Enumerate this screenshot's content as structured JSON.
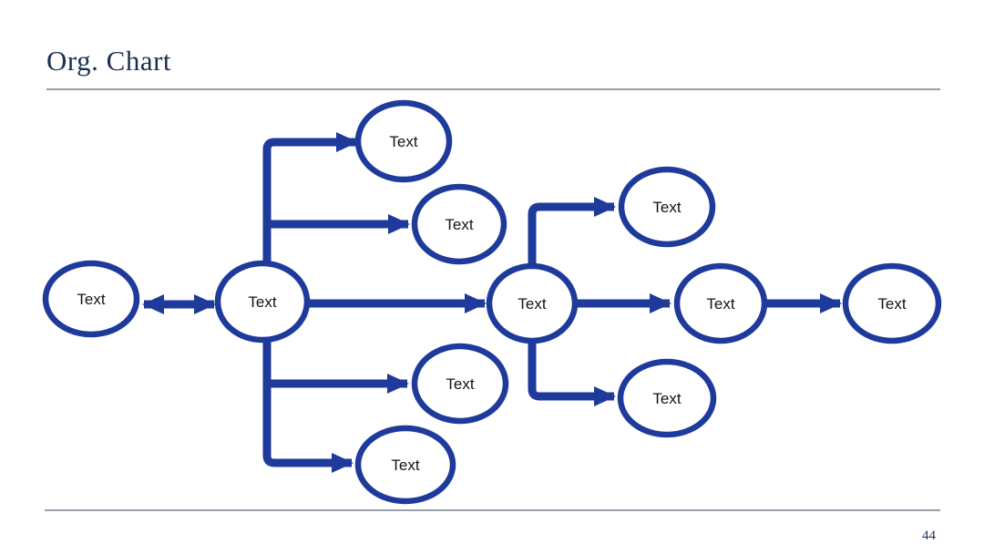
{
  "title": "Org. Chart",
  "page_number": "44",
  "colors": {
    "shape": "#1e3a9b",
    "title_text": "#1b3150",
    "node_text": "#141414",
    "rule": "#97a1ab"
  },
  "nodes": [
    {
      "id": "root",
      "label": "Text"
    },
    {
      "id": "hub1",
      "label": "Text"
    },
    {
      "id": "top",
      "label": "Text"
    },
    {
      "id": "upper-mid",
      "label": "Text"
    },
    {
      "id": "hub2",
      "label": "Text"
    },
    {
      "id": "lower-mid",
      "label": "Text"
    },
    {
      "id": "bottom",
      "label": "Text"
    },
    {
      "id": "right-up",
      "label": "Text"
    },
    {
      "id": "mid-right",
      "label": "Text"
    },
    {
      "id": "right-down",
      "label": "Text"
    },
    {
      "id": "far-right",
      "label": "Text"
    }
  ],
  "connectors": [
    {
      "id": "root-hub1",
      "from": "root",
      "to": "hub1",
      "type": "double-arrow"
    },
    {
      "id": "hub1-top",
      "from": "hub1",
      "to": "top",
      "type": "elbow-arrow"
    },
    {
      "id": "hub1-upper-mid",
      "from": "hub1",
      "to": "upper-mid",
      "type": "elbow-arrow"
    },
    {
      "id": "hub1-hub2",
      "from": "hub1",
      "to": "hub2",
      "type": "arrow"
    },
    {
      "id": "hub1-lower-mid",
      "from": "hub1",
      "to": "lower-mid",
      "type": "elbow-arrow"
    },
    {
      "id": "hub1-bottom",
      "from": "hub1",
      "to": "bottom",
      "type": "elbow-arrow"
    },
    {
      "id": "hub2-right-up",
      "from": "hub2",
      "to": "right-up",
      "type": "elbow-arrow"
    },
    {
      "id": "hub2-mid-right",
      "from": "hub2",
      "to": "mid-right",
      "type": "arrow"
    },
    {
      "id": "hub2-right-down",
      "from": "hub2",
      "to": "right-down",
      "type": "elbow-arrow"
    },
    {
      "id": "mid-right-far",
      "from": "mid-right",
      "to": "far-right",
      "type": "arrow"
    }
  ]
}
